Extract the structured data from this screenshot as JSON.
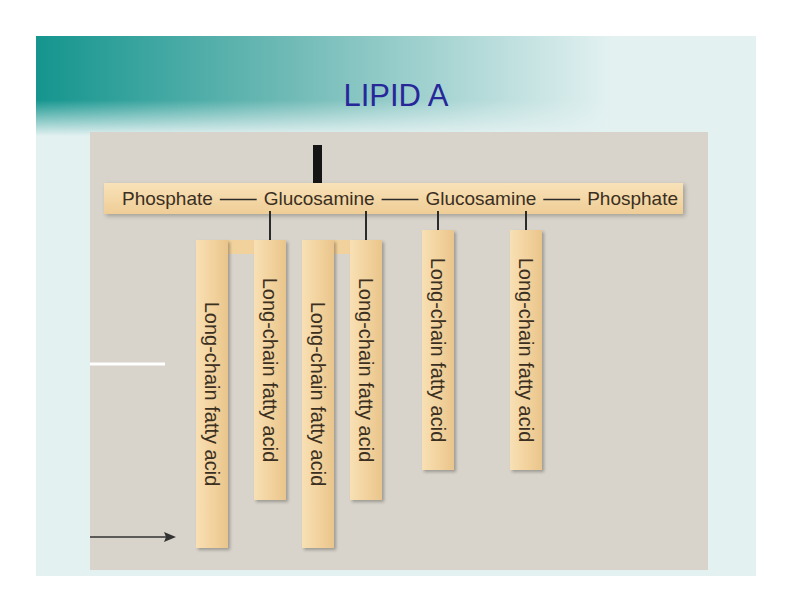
{
  "diagram": {
    "title": "LIPID A",
    "nodes": [
      {
        "text": [
          "Phosphate"
        ]
      },
      {
        "text": [
          "Glucosamine"
        ]
      },
      {
        "text": [
          "Glucosamine"
        ]
      },
      {
        "text": [
          "Phosphate"
        ]
      },
      {
        "text": [
          "Long-chain fatty acid"
        ]
      },
      {
        "text": [
          "Long-chain fatty acid"
        ]
      },
      {
        "text": [
          "Long-chain fatty acid"
        ]
      },
      {
        "text": [
          "Long-chain fatty acid"
        ]
      },
      {
        "text": [
          "Long-chain fatty acid"
        ]
      },
      {
        "text": [
          "Long-chain fatty acid"
        ]
      }
    ],
    "edges": [
      {
        "from": 0,
        "to": 1,
        "arrow": "none"
      },
      {
        "from": 1,
        "to": 2,
        "arrow": "none"
      },
      {
        "from": 2,
        "to": 3,
        "arrow": "none"
      },
      {
        "from": 1,
        "to": 5,
        "arrow": "none"
      },
      {
        "from": 1,
        "to": 7,
        "arrow": "none"
      },
      {
        "from": 2,
        "to": 8,
        "arrow": "none"
      },
      {
        "from": 2,
        "to": 9,
        "arrow": "none"
      },
      {
        "from": 5,
        "to": 4,
        "arrow": "none"
      },
      {
        "from": 7,
        "to": 6,
        "arrow": "none"
      }
    ]
  }
}
